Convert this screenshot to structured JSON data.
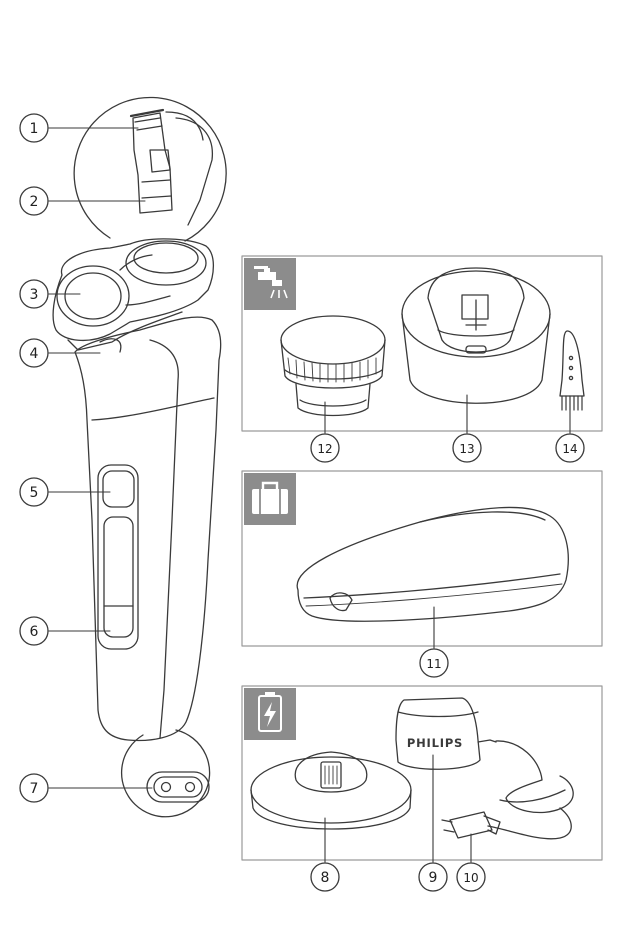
{
  "callouts": [
    {
      "id": "1",
      "label": "1"
    },
    {
      "id": "2",
      "label": "2"
    },
    {
      "id": "3",
      "label": "3"
    },
    {
      "id": "4",
      "label": "4"
    },
    {
      "id": "5",
      "label": "5"
    },
    {
      "id": "6",
      "label": "6"
    },
    {
      "id": "7",
      "label": "7"
    },
    {
      "id": "8",
      "label": "8"
    },
    {
      "id": "9",
      "label": "9"
    },
    {
      "id": "10",
      "label": "10"
    },
    {
      "id": "11",
      "label": "11"
    },
    {
      "id": "12",
      "label": "12"
    },
    {
      "id": "13",
      "label": "13"
    },
    {
      "id": "14",
      "label": "14"
    }
  ],
  "adapter_brand": "PHILIPS",
  "panels": {
    "cleaning": {
      "icon": "water-tap-icon"
    },
    "travel": {
      "icon": "suitcase-icon"
    },
    "charging": {
      "icon": "battery-charge-icon"
    }
  },
  "colors": {
    "line": "#3a3a3a",
    "panel_border": "#9a9a9a",
    "icon_tile": "#8c8c8c",
    "icon_fg": "#ffffff"
  }
}
